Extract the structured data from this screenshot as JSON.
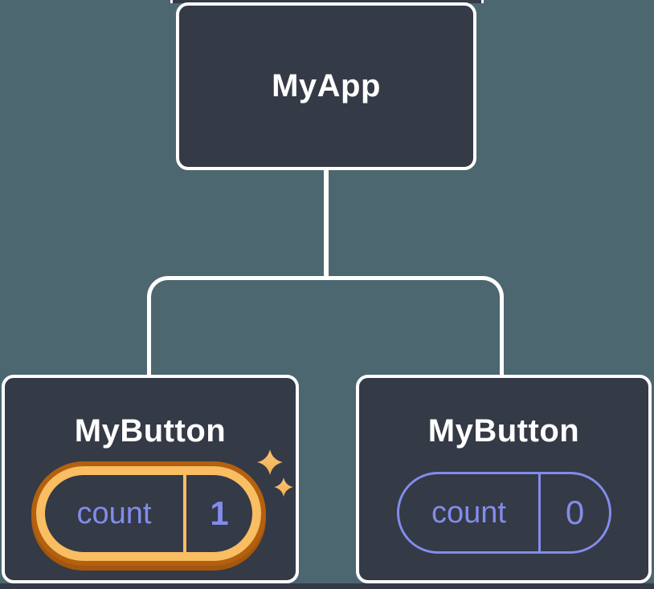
{
  "colors": {
    "background": "#4C6770",
    "node_bg": "#343A46",
    "node_border": "#FFFFFF",
    "connector": "#FFFFFF",
    "state_purple": "#828CEB",
    "highlight_orange_light": "#F9BD62",
    "highlight_orange_dark": "#B3600F",
    "sparkle_gold": "#F7BC63"
  },
  "diagram": {
    "root": {
      "label": "MyApp"
    },
    "children": [
      {
        "label": "MyButton",
        "state": {
          "key": "count",
          "value": "1"
        },
        "highlighted": true
      },
      {
        "label": "MyButton",
        "state": {
          "key": "count",
          "value": "0"
        },
        "highlighted": false
      }
    ]
  }
}
